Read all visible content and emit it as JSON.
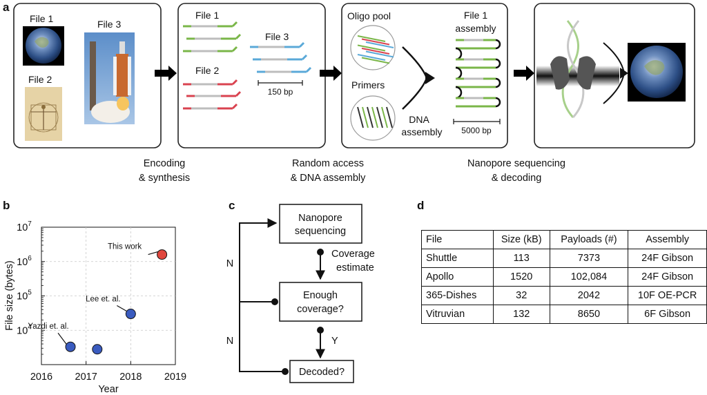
{
  "panel_a": {
    "label": "a",
    "files": [
      "File 1",
      "File 2",
      "File 3"
    ],
    "box2": {
      "file1": "File 1",
      "file2": "File 2",
      "file3": "File 3",
      "scale": "150 bp"
    },
    "box3": {
      "oligo_pool": "Oligo pool",
      "primers": "Primers",
      "dna": "DNA",
      "assembly": "assembly",
      "assembly_title_1": "File 1",
      "assembly_title_2": "assembly",
      "scale": "5000 bp"
    },
    "captions": [
      {
        "line1": "Encoding",
        "line2": "& synthesis"
      },
      {
        "line1": "Random access",
        "line2": "& DNA assembly"
      },
      {
        "line1": "Nanopore sequencing",
        "line2": "& decoding"
      }
    ],
    "colors": {
      "green": "#7ab648",
      "blue": "#5aa9d8",
      "red": "#d9424f",
      "gray": "#bdbdbd",
      "pore": "#555555"
    }
  },
  "panel_b": {
    "label": "b"
  },
  "chart_data": {
    "type": "scatter",
    "xlabel": "Year",
    "ylabel": "File size (bytes)",
    "xlim": [
      2016,
      2019
    ],
    "ylim": [
      1000,
      10000000
    ],
    "yscale": "log",
    "x_ticks": [
      "2016",
      "2017",
      "2018",
      "2019"
    ],
    "y_ticks": [
      {
        "base": "10",
        "exp": "4"
      },
      {
        "base": "10",
        "exp": "5"
      },
      {
        "base": "10",
        "exp": "6"
      },
      {
        "base": "10",
        "exp": "7"
      }
    ],
    "grid": true,
    "points": [
      {
        "x": 2016.65,
        "y": 3300,
        "color": "#3a5bbf",
        "label": "Yazdi et. al."
      },
      {
        "x": 2017.25,
        "y": 2800,
        "color": "#3a5bbf",
        "label": ""
      },
      {
        "x": 2018.0,
        "y": 30000,
        "color": "#3a5bbf",
        "label": "Lee et. al."
      },
      {
        "x": 2018.7,
        "y": 1600000,
        "color": "#e0473e",
        "label": "This work"
      }
    ]
  },
  "panel_c": {
    "label": "c",
    "box1_line1": "Nanopore",
    "box1_line2": "sequencing",
    "coverage_line1": "Coverage",
    "coverage_line2": "estimate",
    "box2_line1": "Enough",
    "box2_line2": "coverage?",
    "y": "Y",
    "box3": "Decoded?",
    "n1": "N",
    "n2": "N"
  },
  "panel_d": {
    "label": "d",
    "headers": [
      "File",
      "Size (kB)",
      "Payloads (#)",
      "Assembly"
    ],
    "rows": [
      [
        "Shuttle",
        "113",
        "7373",
        "24F Gibson"
      ],
      [
        "Apollo",
        "1520",
        "102,084",
        "24F Gibson"
      ],
      [
        "365-Dishes",
        "32",
        "2042",
        "10F OE-PCR"
      ],
      [
        "Vitruvian",
        "132",
        "8650",
        "6F Gibson"
      ]
    ]
  }
}
